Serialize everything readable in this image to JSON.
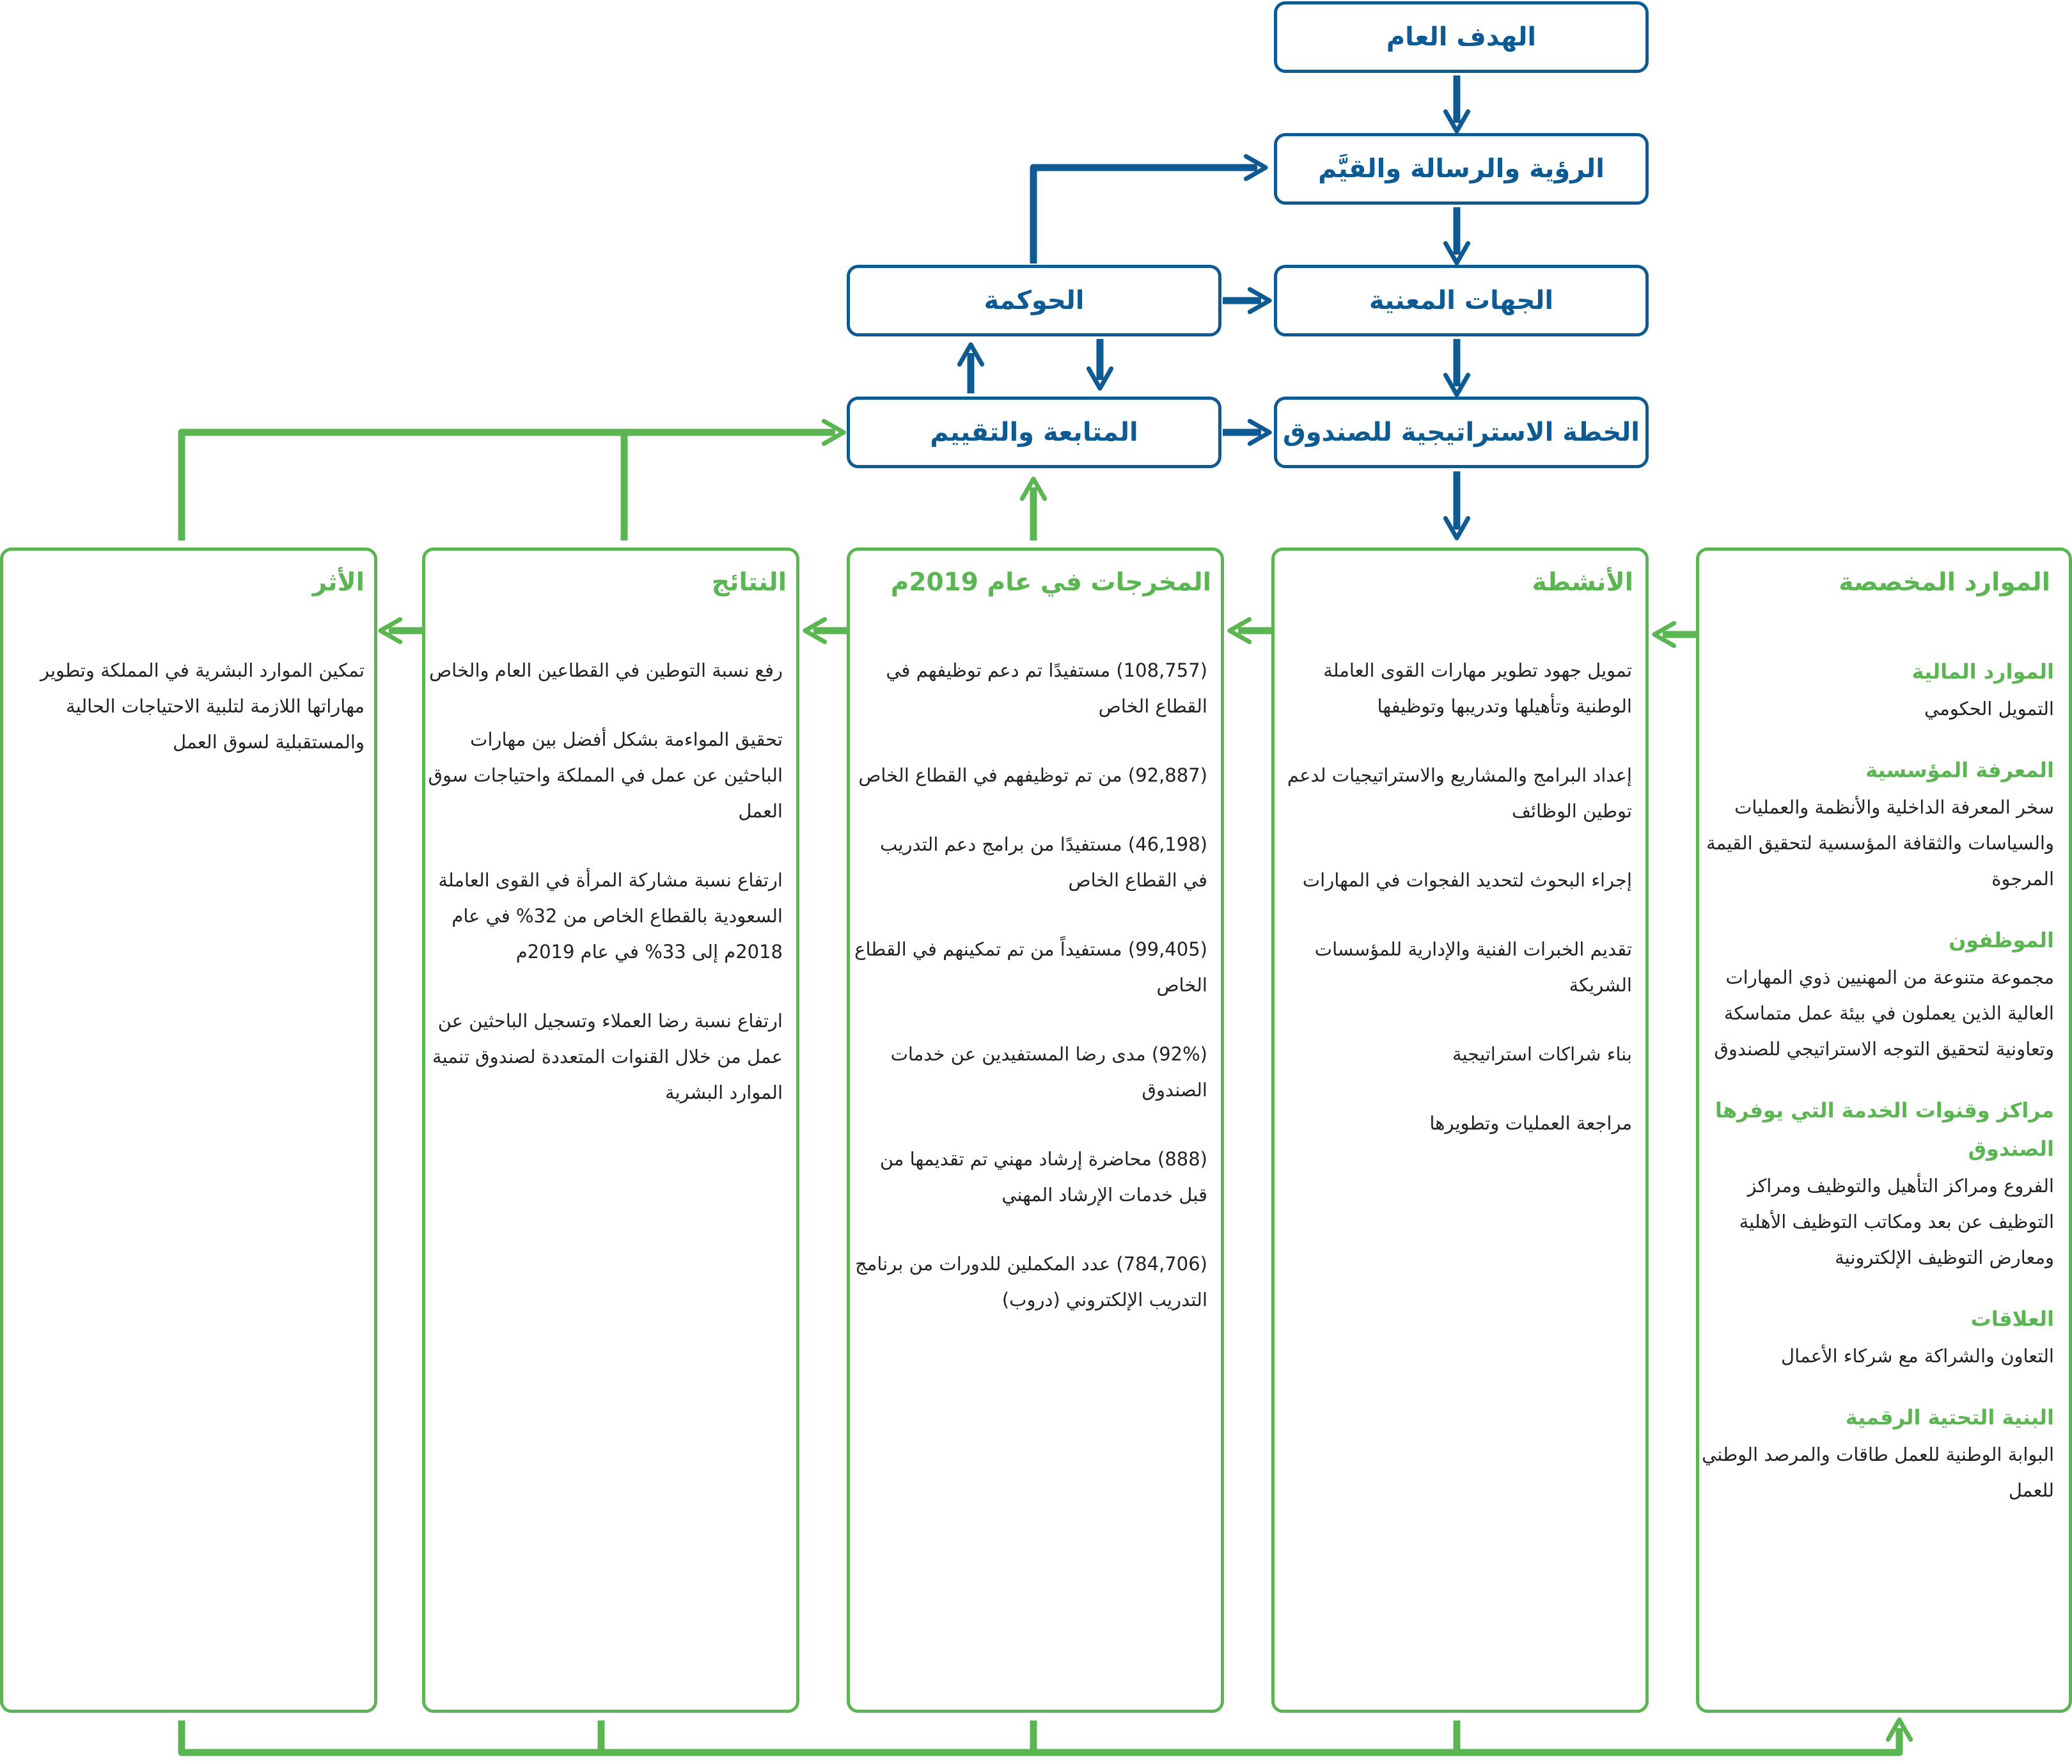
{
  "colors": {
    "blue": "#0e5b93",
    "green": "#5bb552"
  },
  "top_boxes": {
    "general_goal": "الهدف العام",
    "vision": "الرؤية والرسالة والقيَّم",
    "stakeholders": "الجهات المعنية",
    "governance": "الحوكمة",
    "monitoring": "المتابعة والتقييم",
    "strategic_plan": "الخطة الاستراتيجية للصندوق"
  },
  "columns": {
    "resources": {
      "title": "الموارد المخصصة",
      "groups": [
        {
          "title": "الموارد المالية",
          "text": "التمويل الحكومي"
        },
        {
          "title": "المعرفة المؤسسية",
          "text": "سخر المعرفة الداخلية والأنظمة والعمليات والسياسات والثقافة المؤسسية لتحقيق القيمة المرجوة"
        },
        {
          "title": "الموظفون",
          "text": "مجموعة متنوعة من المهنيين ذوي المهارات العالية الذين يعملون في بيئة عمل متماسكة وتعاونية لتحقيق التوجه الاستراتيجي للصندوق"
        },
        {
          "title": "مراكز وقنوات الخدمة التي يوفرها الصندوق",
          "text": "الفروع ومراكز التأهيل والتوظيف ومراكز التوظيف عن بعد ومكاتب التوظيف الأهلية ومعارض التوظيف الإلكترونية"
        },
        {
          "title": "العلاقات",
          "text": "التعاون والشراكة مع شركاء الأعمال"
        },
        {
          "title": "البنية التحتية الرقمية",
          "text": "البوابة الوطنية للعمل طاقات والمرصد الوطني للعمل"
        }
      ]
    },
    "activities": {
      "title": "الأنشطة",
      "items": [
        "تمويل جهود تطوير مهارات القوى العاملة الوطنية وتأهيلها وتدريبها وتوظيفها",
        "إعداد البرامج والمشاريع والاستراتيجيات لدعم توطين الوظائف",
        "إجراء البحوث لتحديد الفجوات في المهارات",
        "تقديم الخبرات الفنية والإدارية للمؤسسات الشريكة",
        "بناء شراكات استراتيجية",
        "مراجعة العمليات وتطويرها"
      ]
    },
    "outputs": {
      "title": "المخرجات في عام 2019م",
      "items": [
        "(108,757) مستفيدًا تم دعم توظيفهم في القطاع الخاص",
        "(92,887) من تم توظيفهم في القطاع الخاص",
        "(46,198) مستفيدًا من برامج دعم التدريب في القطاع الخاص",
        "(99,405) مستفيداً من تم تمكينهم في القطاع الخاص",
        "(92%) مدى رضا المستفيدين عن خدمات الصندوق",
        "(888) محاضرة إرشاد مهني تم تقديمها من قبل خدمات الإرشاد المهني",
        "(784,706) عدد المكملين للدورات من برنامج التدريب الإلكتروني (دروب)"
      ]
    },
    "results": {
      "title": "النتائج",
      "items": [
        "رفع نسبة التوطين في القطاعين العام والخاص",
        "تحقيق المواءمة بشكل أفضل بين مهارات الباحثين عن عمل في المملكة واحتياجات سوق العمل",
        "ارتفاع نسبة مشاركة المرأة في القوى العاملة السعودية بالقطاع الخاص من 32% في عام 2018م إلى 33% في عام 2019م",
        "ارتفاع نسبة رضا العملاء وتسجيل الباحثين عن عمل من خلال القنوات المتعددة لصندوق تنمية الموارد البشرية"
      ]
    },
    "impact": {
      "title": "الأثر",
      "items": [
        "تمكين الموارد البشرية في المملكة وتطوير مهاراتها اللازمة لتلبية الاحتياجات الحالية والمستقبلية لسوق العمل"
      ]
    }
  }
}
